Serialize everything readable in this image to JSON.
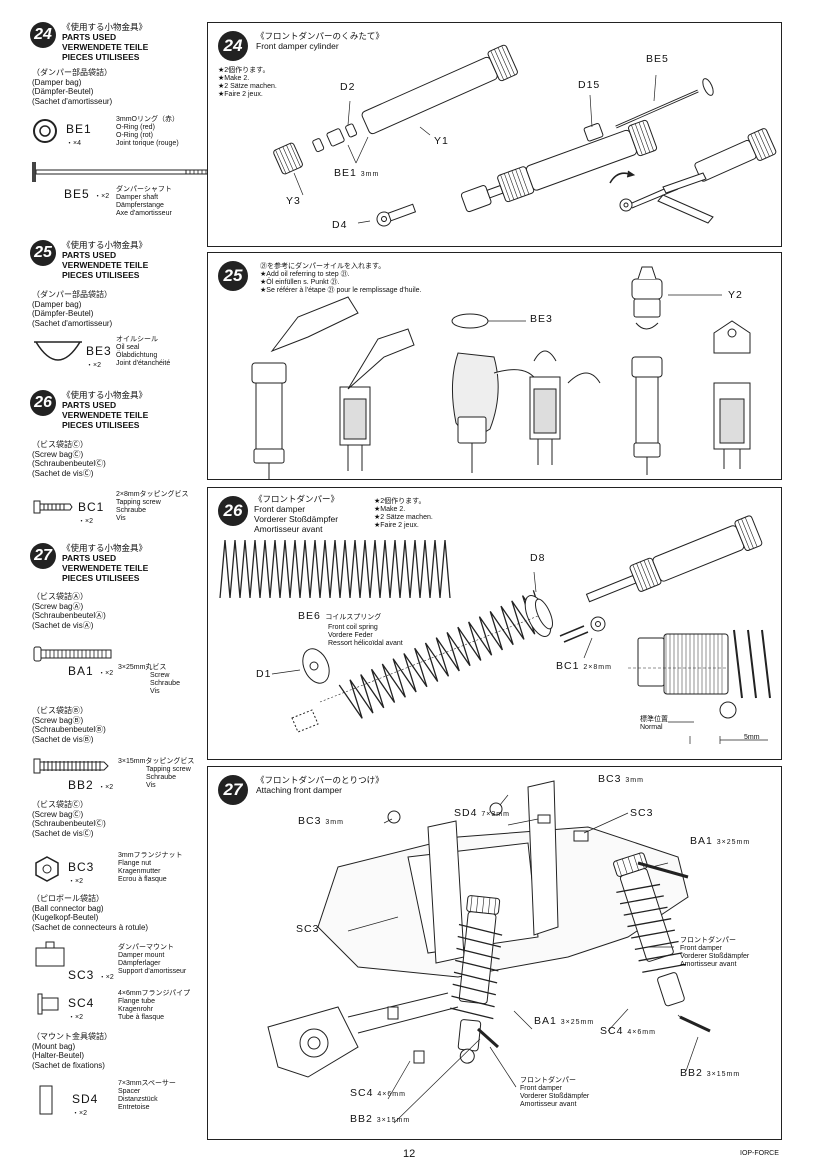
{
  "page_number": "12",
  "footer_code": "IOP-FORCE",
  "sidebar": {
    "s24": {
      "num": "24",
      "title_jp": "《使用する小物金具》",
      "en": "PARTS USED",
      "de": "VERWENDETE TEILE",
      "fr": "PIECES UTILISEES",
      "bag_jp": "（ダンパー部品袋詰）",
      "bag_en": "(Damper bag)",
      "bag_de": "(Dämpfer-Beutel)",
      "bag_fr": "(Sachet d'amortisseur)",
      "parts": [
        {
          "code": "BE1",
          "qty": "・×4",
          "jp": "3mmOリング（赤）",
          "en": "O-Ring (red)",
          "de": "O-Ring (rot)",
          "fr": "Joint torique (rouge)"
        },
        {
          "code": "BE5",
          "qty": "・×2",
          "jp": "ダンパーシャフト",
          "en": "Damper shaft",
          "de": "Dämpferstange",
          "fr": "Axe d'amortisseur"
        }
      ]
    },
    "s25": {
      "num": "25",
      "title_jp": "《使用する小物金具》",
      "en": "PARTS USED",
      "de": "VERWENDETE TEILE",
      "fr": "PIECES UTILISEES",
      "bag_jp": "（ダンパー部品袋詰）",
      "bag_en": "(Damper bag)",
      "bag_de": "(Dämpfer-Beutel)",
      "bag_fr": "(Sachet d'amortisseur)",
      "parts": [
        {
          "code": "BE3",
          "qty": "・×2",
          "jp": "オイルシール",
          "en": "Oil seal",
          "de": "Ölabdichtung",
          "fr": "Joint d'étanchéité"
        }
      ]
    },
    "s26": {
      "num": "26",
      "title_jp": "《使用する小物金具》",
      "en": "PARTS USED",
      "de": "VERWENDETE TEILE",
      "fr": "PIECES UTILISEES",
      "bag_jp": "（ビス袋詰Ⓒ）",
      "bag_en": "(Screw bagⒸ)",
      "bag_de": "(SchraubenbeutelⒸ)",
      "bag_fr": "(Sachet de visⒸ)",
      "parts": [
        {
          "code": "BC1",
          "qty": "・×2",
          "jp": "2×8mmタッピングビス",
          "en": "Tapping screw",
          "de": "Schraube",
          "fr": "Vis"
        }
      ]
    },
    "s27": {
      "num": "27",
      "title_jp": "《使用する小物金具》",
      "en": "PARTS USED",
      "de": "VERWENDETE TEILE",
      "fr": "PIECES UTILISEES",
      "bags": [
        {
          "jp": "（ビス袋詰Ⓐ）",
          "en": "(Screw bagⒶ)",
          "de": "(SchraubenbeutelⒶ)",
          "fr": "(Sachet de visⒶ)"
        },
        {
          "jp": "（ビス袋詰Ⓑ）",
          "en": "(Screw bagⒷ)",
          "de": "(SchraubenbeutelⒷ)",
          "fr": "(Sachet de visⒷ)"
        },
        {
          "jp": "（ビス袋詰Ⓒ）",
          "en": "(Screw bagⒸ)",
          "de": "(SchraubenbeutelⒸ)",
          "fr": "(Sachet de visⒸ)"
        },
        {
          "jp": "（ピロボール袋詰）",
          "en": "(Ball connector bag)",
          "de": "(Kugelkopf-Beutel)",
          "fr": "(Sachet de connecteurs à rotule)"
        },
        {
          "jp": "（マウント金具袋詰）",
          "en": "(Mount bag)",
          "de": "(Halter-Beutel)",
          "fr": "(Sachet de fixations)"
        }
      ],
      "parts": [
        {
          "code": "BA1",
          "qty": "・×2",
          "jp": "3×25mm丸ビス",
          "en": "Screw",
          "de": "Schraube",
          "fr": "Vis"
        },
        {
          "code": "BB2",
          "qty": "・×2",
          "jp": "3×15mmタッピングビス",
          "en": "Tapping screw",
          "de": "Schraube",
          "fr": "Vis"
        },
        {
          "code": "BC3",
          "qty": "・×2",
          "jp": "3mmフランジナット",
          "en": "Flange nut",
          "de": "Kragenmutter",
          "fr": "Ecrou à flasque"
        },
        {
          "code": "SC3",
          "qty": "・×2",
          "jp": "ダンパーマウント",
          "en": "Damper mount",
          "de": "Dämpferlager",
          "fr": "Support d'amortisseur"
        },
        {
          "code": "SC4",
          "qty": "・×2",
          "jp": "4×6mmフランジパイプ",
          "en": "Flange tube",
          "de": "Kragenrohr",
          "fr": "Tube à flasque"
        },
        {
          "code": "SD4",
          "qty": "・×2",
          "jp": "7×3mmスペーサー",
          "en": "Spacer",
          "de": "Distanzstück",
          "fr": "Entretoise"
        }
      ]
    }
  },
  "steps": {
    "p24": {
      "num": "24",
      "title_jp": "《フロントダンパーのくみたて》",
      "title_en": "Front damper cylinder",
      "make": [
        "★2個作ります。",
        "★Make 2.",
        "★2 Sätze machen.",
        "★Faire 2 jeux."
      ],
      "labels": {
        "d2": "D2",
        "d15": "D15",
        "be5": "BE5",
        "y1": "Y1",
        "be1": "BE1",
        "be1_size": "3mm",
        "y3": "Y3",
        "d4": "D4"
      }
    },
    "p25": {
      "num": "25",
      "notes": [
        "㉑を参考にダンパーオイルを入れます。",
        "★Add oil referring to step ㉑.",
        "★Öl einfüllen s. Punkt ㉑.",
        "★Se référer à l'étape ㉑ pour le remplissage d'huile."
      ],
      "labels": {
        "be3": "BE3",
        "y2": "Y2"
      }
    },
    "p26": {
      "num": "26",
      "title_jp": "《フロントダンパー》",
      "title_en": "Front damper",
      "title_de": "Vorderer Stoßdämpfer",
      "title_fr": "Amortisseur avant",
      "make": [
        "★2個作ります。",
        "★Make 2.",
        "★2 Sätze machen.",
        "★Faire 2 jeux."
      ],
      "labels": {
        "d8": "D8",
        "be6": "BE6",
        "be6_jp": "コイルスプリング",
        "be6_en": "Front coil spring",
        "be6_de": "Vordere Feder",
        "be6_fr": "Ressort hélicoïdal avant",
        "d1": "D1",
        "bc1": "BC1",
        "bc1_size": "2×8mm",
        "std_jp": "標準位置",
        "std_en": "Normal",
        "dim": "5mm"
      }
    },
    "p27": {
      "num": "27",
      "title_jp": "《フロントダンパーのとりつけ》",
      "title_en": "Attaching front damper",
      "labels": {
        "bc3_top": "BC3",
        "bc3_top_size": "3mm",
        "bc3_left": "BC3",
        "bc3_left_size": "3mm",
        "sd4": "SD4",
        "sd4_size": "7×3mm",
        "sc3_right": "SC3",
        "ba1_right": "BA1",
        "ba1_right_size": "3×25mm",
        "sc3_left": "SC3",
        "ba1_mid": "BA1",
        "ba1_mid_size": "3×25mm",
        "sc4_mid": "SC4",
        "sc4_mid_size": "4×6mm",
        "sc4_bot": "SC4",
        "sc4_bot_size": "4×6mm",
        "bb2_right": "BB2",
        "bb2_right_size": "3×15mm",
        "bb2_bot": "BB2",
        "bb2_bot_size": "3×15mm",
        "fd_right_jp": "フロントダンパー",
        "fd_right_en": "Front damper",
        "fd_right_de": "Vorderer Stoßdämpfer",
        "fd_right_fr": "Amortisseur avant",
        "fd_bot_jp": "フロントダンパー",
        "fd_bot_en": "Front damper",
        "fd_bot_de": "Vorderer Stoßdämpfer",
        "fd_bot_fr": "Amortisseur avant"
      }
    }
  }
}
